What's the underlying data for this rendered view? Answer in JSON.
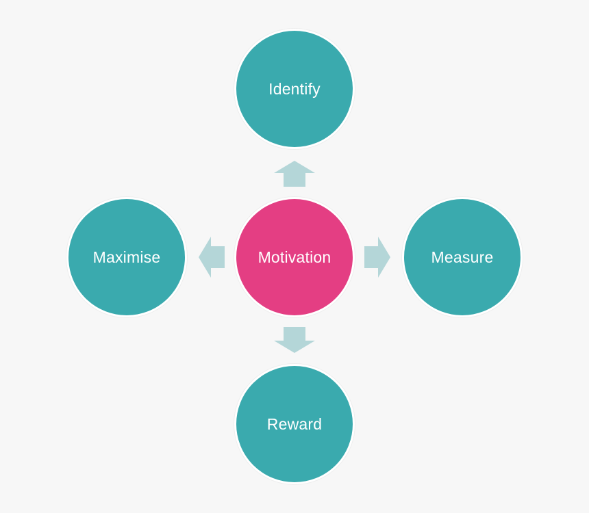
{
  "diagram": {
    "center": {
      "label": "Motivation"
    },
    "nodes": {
      "top": {
        "label": "Identify"
      },
      "right": {
        "label": "Measure"
      },
      "bottom": {
        "label": "Reward"
      },
      "left": {
        "label": "Maximise"
      }
    }
  },
  "colors": {
    "background": "#f7f7f7",
    "center_fill": "#e43e83",
    "node_fill": "#3aaaae",
    "arrow_fill": "#b4d6d8",
    "node_border": "#ffffff",
    "label_text": "#ffffff"
  }
}
